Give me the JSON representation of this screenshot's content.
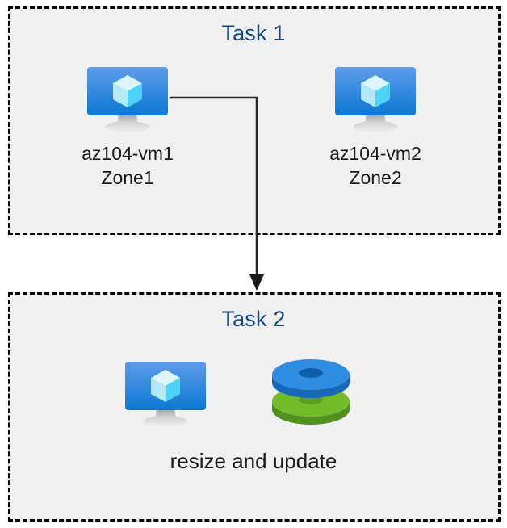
{
  "diagram": {
    "title_color": "#14477d",
    "box_fill": "#f0f0f0",
    "box_border_color": "#000000",
    "canvas_bg": "#ffffff",
    "connector_color": "#262626"
  },
  "task1": {
    "title": "Task 1",
    "nodes": [
      {
        "icon": "virtual-machine-icon",
        "name": "az104-vm1",
        "zone": "Zone1"
      },
      {
        "icon": "virtual-machine-icon",
        "name": "az104-vm2",
        "zone": "Zone2"
      }
    ]
  },
  "task2": {
    "title": "Task 2",
    "icons": [
      {
        "icon": "virtual-machine-icon"
      },
      {
        "icon": "managed-disks-icon"
      }
    ],
    "caption": "resize and update"
  },
  "connector": {
    "from": "az104-vm1",
    "to": "Task 2",
    "arrowhead": "down-arrow-icon"
  },
  "icon_colors": {
    "monitor_screen_top": "#5b9ae8",
    "monitor_screen_bottom": "#0f7ad6",
    "monitor_stand": "#b3b3b3",
    "cube_light": "#d9f4fc",
    "cube_cyan": "#4fd5f7",
    "cube_pale": "#a9e7f7",
    "disk_blue_top": "#2e8de1",
    "disk_blue_side": "#1769b8",
    "disk_blue_hole": "#0f5ea8",
    "disk_green_top": "#74bb2c",
    "disk_green_side": "#54901f",
    "disk_green_hole": "#5ea021"
  }
}
